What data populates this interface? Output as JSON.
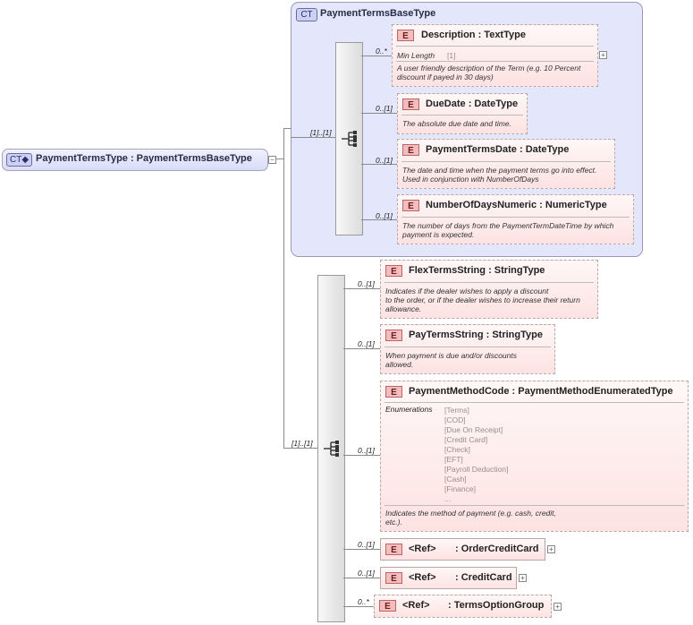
{
  "root": {
    "badge": "CT",
    "label": "PaymentTermsType : PaymentTermsBaseType"
  },
  "base": {
    "badge": "CT",
    "title": "PaymentTermsBaseType",
    "seq_cardinality": "[1]..[1]"
  },
  "main_seq_cardinality": "[1]..[1]",
  "elements": {
    "description": {
      "badge": "E",
      "name": "Description",
      "type": ": TextType",
      "cardinality": "0..*",
      "facet_key": "Min Length",
      "facet_val": "[1]",
      "doc": [
        "A user friendly description of the Term (e.g. 10 Percent",
        "discount if payed in 30 days)"
      ]
    },
    "due_date": {
      "badge": "E",
      "name": "DueDate",
      "type": ": DateType",
      "cardinality": "0..[1]",
      "doc": [
        "The absolute due date and time."
      ]
    },
    "payment_terms_date": {
      "badge": "E",
      "name": "PaymentTermsDate",
      "type": ": DateType",
      "cardinality": "0..[1]",
      "doc": [
        "The date and time when the payment terms go into effect.",
        "Used in conjunction with NumberOfDays"
      ]
    },
    "number_of_days": {
      "badge": "E",
      "name": "NumberOfDaysNumeric",
      "type": ": NumericType",
      "cardinality": "0..[1]",
      "doc": [
        "The number of days from the PaymentTermDateTime by which",
        "payment is expected."
      ]
    },
    "flex_terms": {
      "badge": "E",
      "name": "FlexTermsString",
      "type": ": StringType",
      "cardinality": "0..[1]",
      "doc": [
        "Indicates if the dealer wishes to apply a discount",
        "to the order, or if the dealer wishes to increase their return",
        "allowance."
      ]
    },
    "pay_terms": {
      "badge": "E",
      "name": "PayTermsString",
      "type": ": StringType",
      "cardinality": "0..[1]",
      "doc": [
        "When payment is due and/or discounts",
        "allowed."
      ]
    },
    "payment_method": {
      "badge": "E",
      "name": "PaymentMethodCode",
      "type": ": PaymentMethodEnumeratedType",
      "cardinality": "0..[1]",
      "enum_label": "Enumerations",
      "enums": [
        "[Terms]",
        "[COD]",
        "[Due On Receipt]",
        "[Credit Card]",
        "[Check]",
        "[EFT]",
        "[Payroll Deduction]",
        "[Cash]",
        "[Finance]",
        "..."
      ],
      "doc": [
        "Indicates the method of payment (e.g. cash, credit,",
        "etc.)."
      ]
    },
    "order_credit_card": {
      "badge": "E",
      "ref": "<Ref>",
      "name": ": OrderCreditCard",
      "cardinality": "0..[1]"
    },
    "credit_card": {
      "badge": "E",
      "ref": "<Ref>",
      "name": ": CreditCard",
      "cardinality": "0..[1]"
    },
    "terms_option_group": {
      "badge": "E",
      "ref": "<Ref>",
      "name": ": TermsOptionGroup",
      "cardinality": "0..*"
    }
  }
}
